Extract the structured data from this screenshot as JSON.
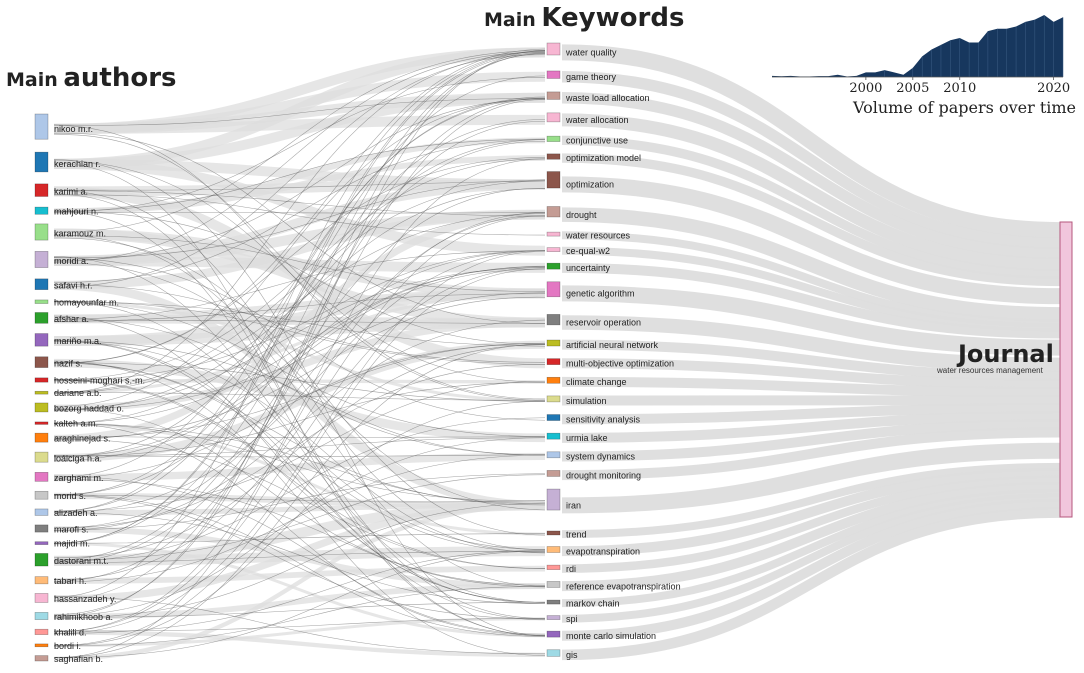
{
  "headings": {
    "keywords_small": "Main",
    "keywords_big": "Keywords",
    "authors_small": "Main",
    "authors_big": "authors",
    "journal_title": "Journal",
    "journal_name": "water resources management"
  },
  "colors": {
    "flow": "#dddddd",
    "author_links": "#555555",
    "journal_fill": "#f1c6dc",
    "journal_stroke": "#b5577d",
    "area_fill": "#17375e"
  },
  "chart_data": {
    "type": "area",
    "xlabel": "Volume of papers over time",
    "x_ticks": [
      2000,
      2005,
      2010,
      2020
    ],
    "xlim": [
      1990,
      2021
    ],
    "x": [
      1990,
      1991,
      1992,
      1993,
      1994,
      1995,
      1996,
      1997,
      1998,
      1999,
      2000,
      2001,
      2002,
      2003,
      2004,
      2005,
      2006,
      2007,
      2008,
      2009,
      2010,
      2011,
      2012,
      2013,
      2014,
      2015,
      2016,
      2017,
      2018,
      2019,
      2020,
      2021
    ],
    "values": [
      0.5,
      0.3,
      0.5,
      0.2,
      0.2,
      0.4,
      0.4,
      1,
      0.2,
      0.5,
      2,
      2,
      3,
      2,
      1,
      4,
      9,
      12,
      14,
      16,
      17,
      15,
      15,
      20,
      21,
      21,
      22,
      24,
      25,
      27,
      24,
      26
    ]
  },
  "authors": [
    {
      "name": "nikoo m.r.",
      "color": "#aec7e8",
      "weight": 7
    },
    {
      "name": "kerachian r.",
      "color": "#1f77b4",
      "weight": 5.5
    },
    {
      "name": "karimi a.",
      "color": "#d62728",
      "weight": 3.5
    },
    {
      "name": "mahjouri n.",
      "color": "#17becf",
      "weight": 2
    },
    {
      "name": "karamouz m.",
      "color": "#98df8a",
      "weight": 4.5
    },
    {
      "name": "moridi a.",
      "color": "#c5b0d5",
      "weight": 4.5
    },
    {
      "name": "safavi h.r.",
      "color": "#1f77b4",
      "weight": 3
    },
    {
      "name": "homayounfar m.",
      "color": "#98df8a",
      "weight": 1
    },
    {
      "name": "afshar a.",
      "color": "#2ca02c",
      "weight": 3
    },
    {
      "name": "mariño m.a.",
      "color": "#9467bd",
      "weight": 3.5
    },
    {
      "name": "nazif s.",
      "color": "#8c564b",
      "weight": 3
    },
    {
      "name": "hosseini-moghari s.-m.",
      "color": "#d62728",
      "weight": 1.2
    },
    {
      "name": "dariane a.b.",
      "color": "#bcbd22",
      "weight": 0.8
    },
    {
      "name": "bozorg haddad o.",
      "color": "#bcbd22",
      "weight": 2.5
    },
    {
      "name": "kalteh a.m.",
      "color": "#d62728",
      "weight": 0.5
    },
    {
      "name": "araghinejad s.",
      "color": "#ff7f0e",
      "weight": 2.5
    },
    {
      "name": "loáiciga h.a.",
      "color": "#dbdb8d",
      "weight": 2.8
    },
    {
      "name": "zarghami m.",
      "color": "#e377c2",
      "weight": 2.5
    },
    {
      "name": "morid s.",
      "color": "#c7c7c7",
      "weight": 2.2
    },
    {
      "name": "alizadeh a.",
      "color": "#aec7e8",
      "weight": 1.8
    },
    {
      "name": "marofi s.",
      "color": "#7f7f7f",
      "weight": 2
    },
    {
      "name": "majidi m.",
      "color": "#9467bd",
      "weight": 0.8
    },
    {
      "name": "dastorani m.t.",
      "color": "#2ca02c",
      "weight": 3.5
    },
    {
      "name": "tabari h.",
      "color": "#ffbb78",
      "weight": 2
    },
    {
      "name": "hassanzadeh y.",
      "color": "#f7b6d2",
      "weight": 2.5
    },
    {
      "name": "rahimikhoob a.",
      "color": "#9edae5",
      "weight": 2
    },
    {
      "name": "khalili d.",
      "color": "#ff9896",
      "weight": 1.5
    },
    {
      "name": "bordi i.",
      "color": "#ff7f0e",
      "weight": 0.8
    },
    {
      "name": "saghafian b.",
      "color": "#c49c94",
      "weight": 1.5
    }
  ],
  "keywords": [
    {
      "name": "water quality",
      "color": "#f7b6d2",
      "weight": 4
    },
    {
      "name": "game theory",
      "color": "#e377c2",
      "weight": 2.5
    },
    {
      "name": "waste load allocation",
      "color": "#c49c94",
      "weight": 2.5
    },
    {
      "name": "water allocation",
      "color": "#f7b6d2",
      "weight": 3
    },
    {
      "name": "conjunctive use",
      "color": "#98df8a",
      "weight": 1.8
    },
    {
      "name": "optimization model",
      "color": "#8c564b",
      "weight": 1.8
    },
    {
      "name": "optimization",
      "color": "#8c564b",
      "weight": 5.5
    },
    {
      "name": "drought",
      "color": "#c49c94",
      "weight": 3.5
    },
    {
      "name": "water resources",
      "color": "#f7b6d2",
      "weight": 1
    },
    {
      "name": "ce-qual-w2",
      "color": "#f7b6d2",
      "weight": 1
    },
    {
      "name": "uncertainty",
      "color": "#2ca02c",
      "weight": 2
    },
    {
      "name": "genetic algorithm",
      "color": "#e377c2",
      "weight": 5
    },
    {
      "name": "reservoir operation",
      "color": "#7f7f7f",
      "weight": 3.5
    },
    {
      "name": "artificial neural network",
      "color": "#bcbd22",
      "weight": 2
    },
    {
      "name": "multi-objective optimization",
      "color": "#d62728",
      "weight": 2
    },
    {
      "name": "climate change",
      "color": "#ff7f0e",
      "weight": 2
    },
    {
      "name": "simulation",
      "color": "#dbdb8d",
      "weight": 2
    },
    {
      "name": "sensitivity analysis",
      "color": "#1f77b4",
      "weight": 2
    },
    {
      "name": "urmia lake",
      "color": "#17becf",
      "weight": 2
    },
    {
      "name": "system dynamics",
      "color": "#aec7e8",
      "weight": 2
    },
    {
      "name": "drought monitoring",
      "color": "#c49c94",
      "weight": 2
    },
    {
      "name": "iran",
      "color": "#c5b0d5",
      "weight": 7
    },
    {
      "name": "trend",
      "color": "#8c564b",
      "weight": 1
    },
    {
      "name": "evapotranspiration",
      "color": "#ffbb78",
      "weight": 2
    },
    {
      "name": "rdi",
      "color": "#ff9896",
      "weight": 1.5
    },
    {
      "name": "reference evapotranspiration",
      "color": "#c7c7c7",
      "weight": 2
    },
    {
      "name": "markov chain",
      "color": "#7f7f7f",
      "weight": 1
    },
    {
      "name": "spi",
      "color": "#c5b0d5",
      "weight": 1.2
    },
    {
      "name": "monte carlo simulation",
      "color": "#9467bd",
      "weight": 2
    },
    {
      "name": "gis",
      "color": "#9edae5",
      "weight": 2.2
    }
  ]
}
